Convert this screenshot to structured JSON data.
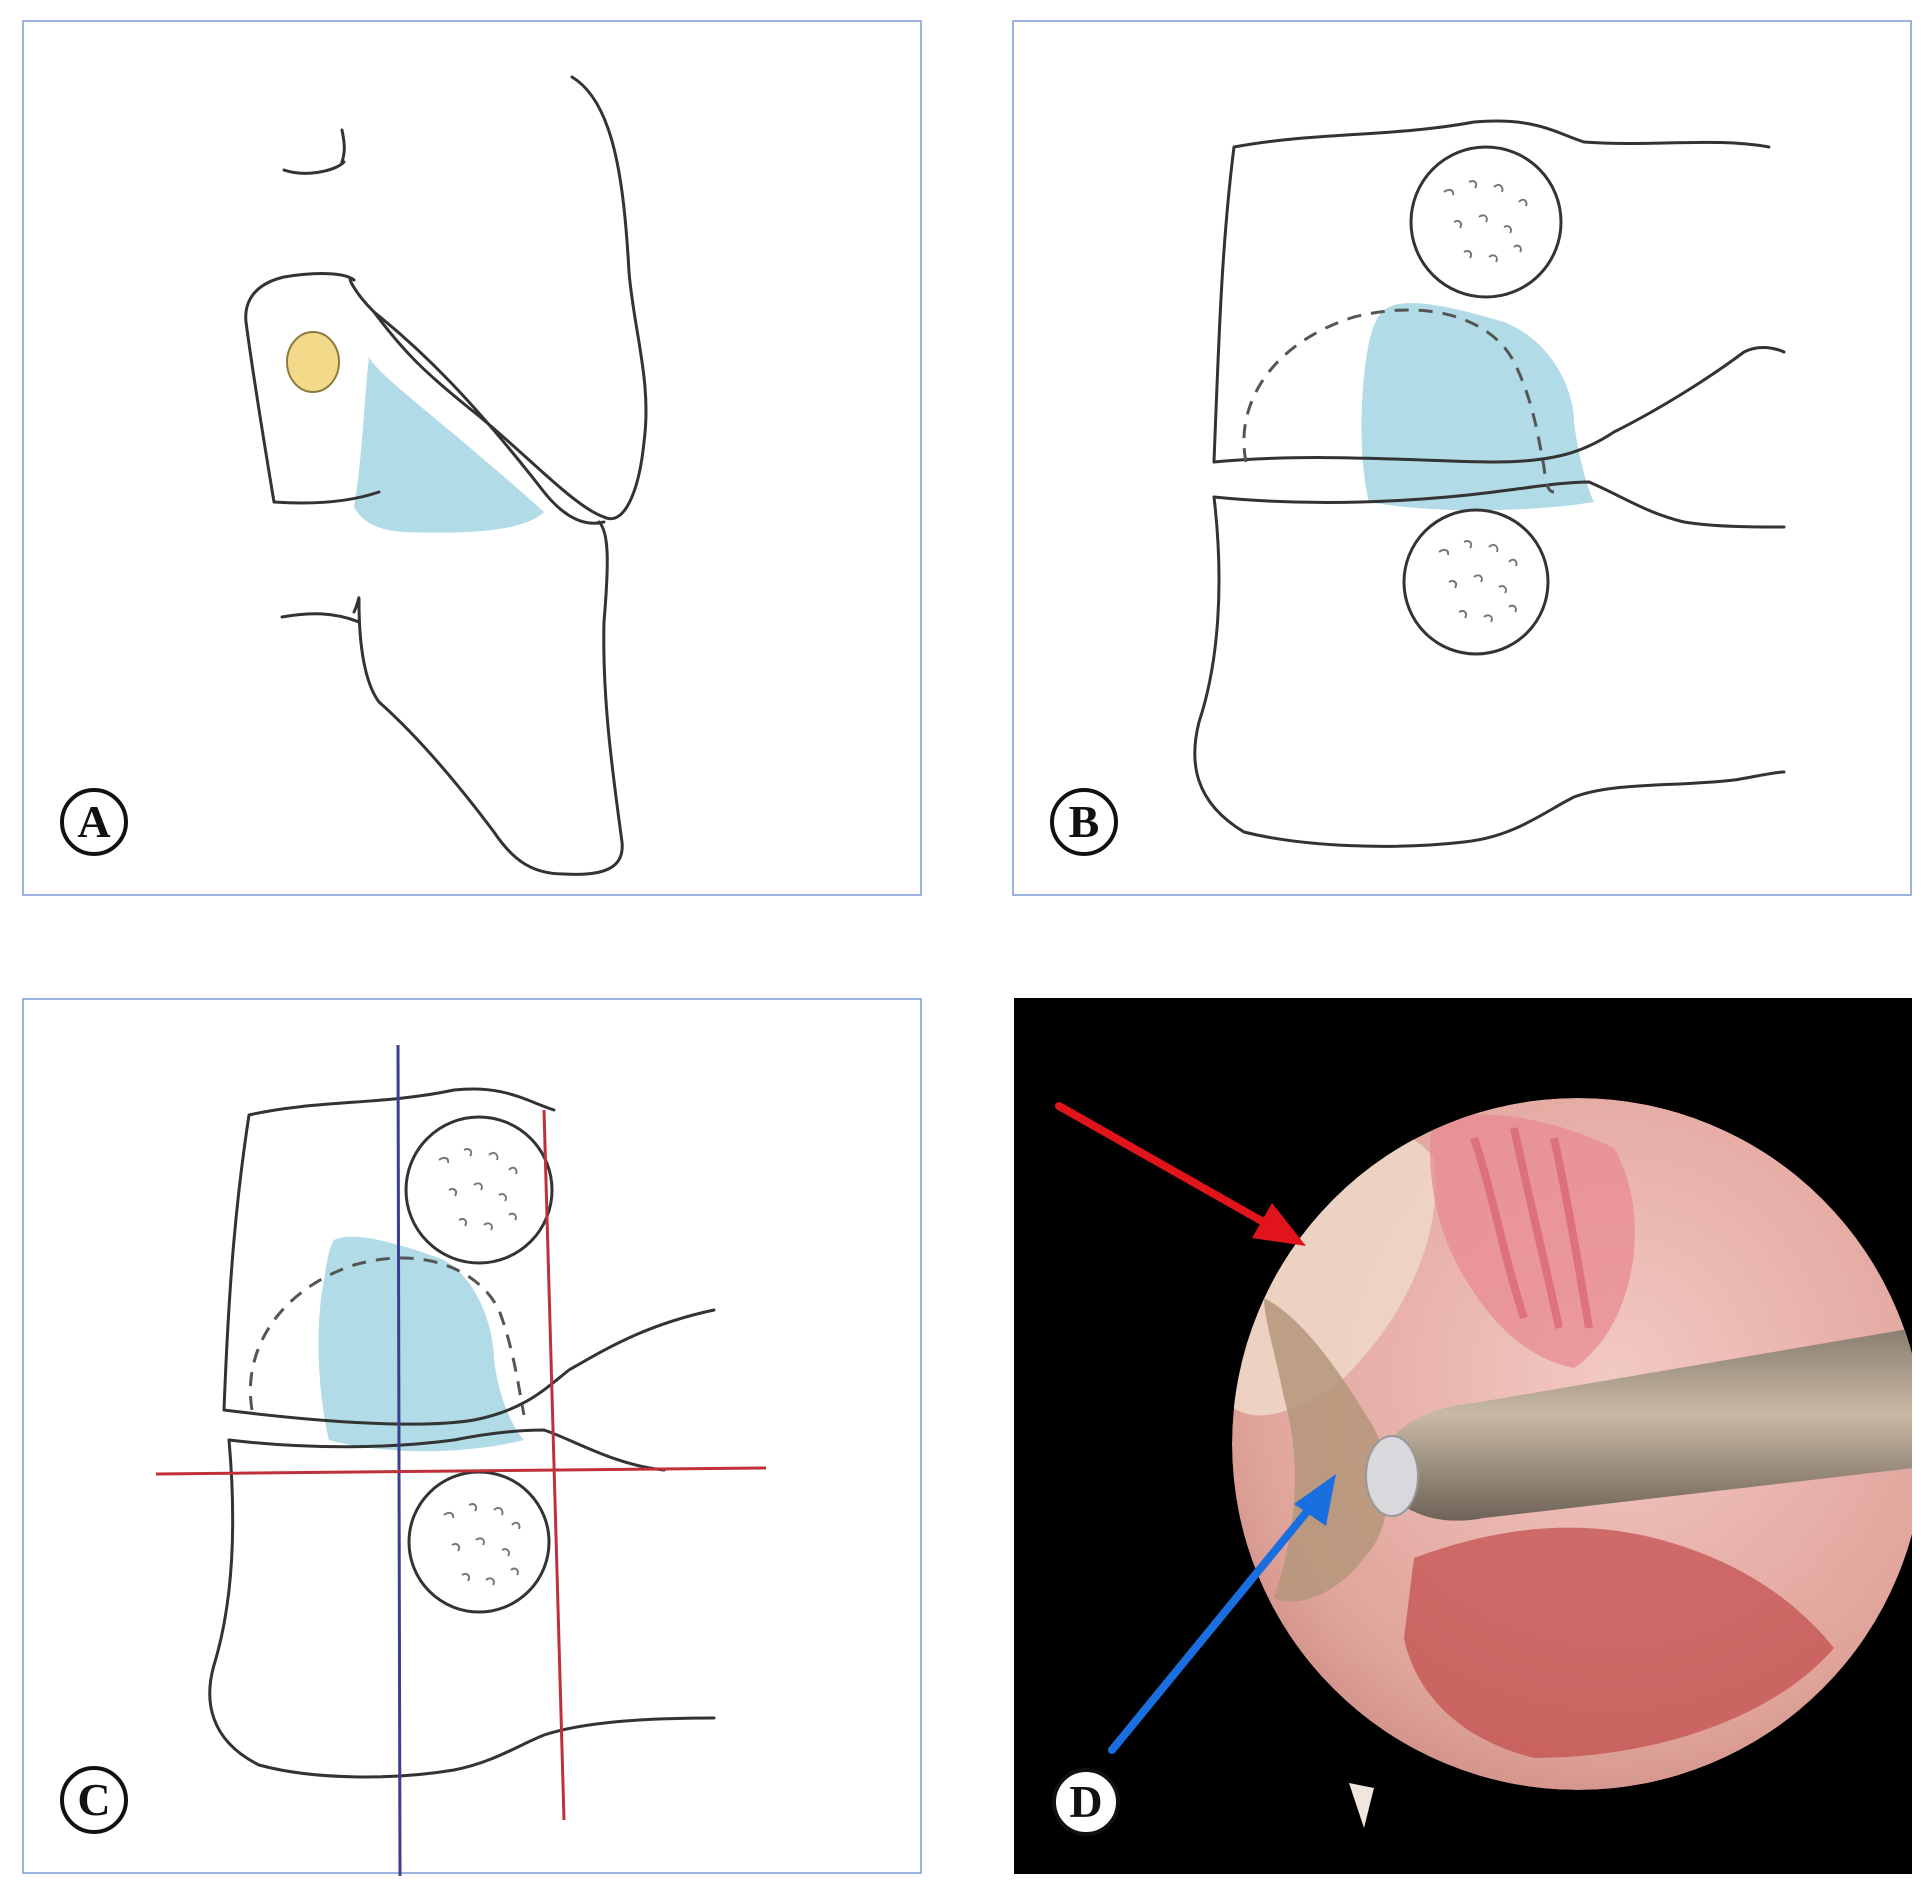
{
  "panels": [
    {
      "id": "a",
      "label": "A"
    },
    {
      "id": "b",
      "label": "B"
    },
    {
      "id": "c",
      "label": "C"
    },
    {
      "id": "d",
      "label": "D"
    }
  ],
  "colors": {
    "outline": "#333333",
    "frame": "#9fb3e0",
    "highlight_fill": "#a9d7e3",
    "nerve_fill": "#f3d98a",
    "red_guide": "#c0303a",
    "blue_guide": "#3a3f8f",
    "red_arrow": "#e0141a",
    "blue_arrow": "#1a6fe0",
    "scope_background": "#000000"
  }
}
